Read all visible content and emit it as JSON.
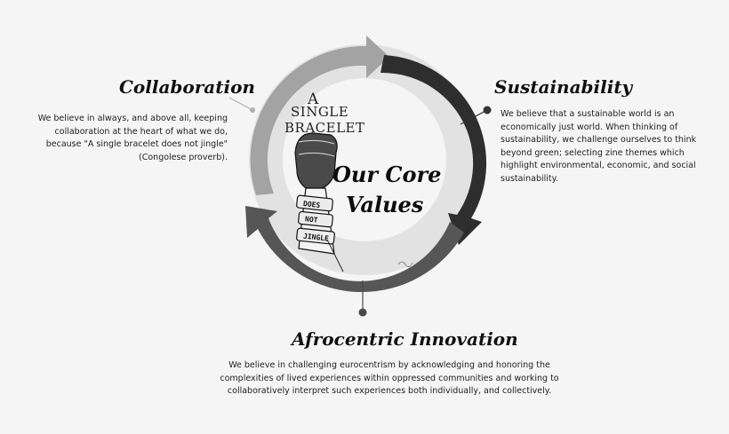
{
  "center": {
    "brand_line1": "A",
    "brand_line2": "SINGLE",
    "brand_line3": "BRACELET",
    "title_line1": "Our Core",
    "title_line2": "Values",
    "bracelet_words": [
      "DOES",
      "NOT",
      "JINGLE"
    ]
  },
  "values": {
    "collaboration": {
      "heading": "Collaboration",
      "text": "We believe in always, and above all, keeping collaboration at the heart of what we do, because \"A single bracelet does not jingle\" (Congolese proverb)."
    },
    "sustainability": {
      "heading": "Sustainability",
      "text": "We believe that a sustainable world is an economically just world. When thinking of sustainability, we challenge ourselves to think beyond green; selecting zine themes which highlight environmental, economic, and social sustainability."
    },
    "afrocentric_innovation": {
      "heading": "Afrocentric Innovation",
      "text": "We believe in challenging eurocentrism by acknowledging and honoring the complexities of lived experiences within oppressed communities and working to collaboratively interpret such experiences both individually, and collectively."
    }
  },
  "colors": {
    "background": "#f5f5f5",
    "arrow_light": "#9d9d9d",
    "arrow_dark": "#2d2d2d",
    "arrow_mid": "#555555",
    "outer_ring": "#dcdcdc",
    "inner_circle": "#f4f4f4",
    "connector": "#4a4a4a"
  }
}
